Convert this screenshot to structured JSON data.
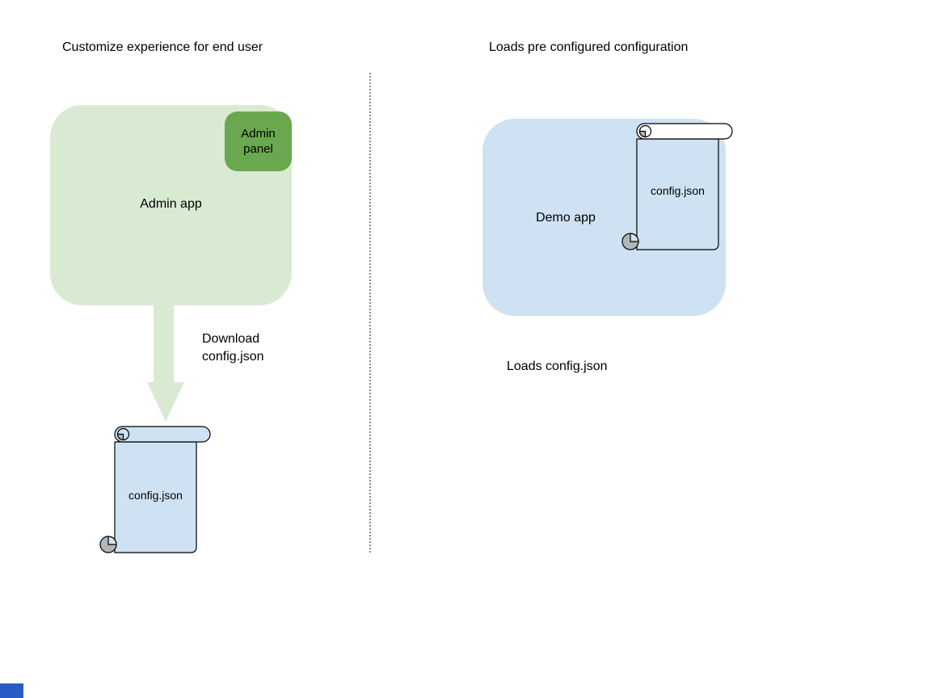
{
  "diagram": {
    "left": {
      "title": "Customize experience for end user",
      "admin_app_label": "Admin app",
      "admin_panel_label": "Admin panel",
      "arrow_label": "Download\nconfig.json",
      "scroll_label": "config.json"
    },
    "right": {
      "title": "Loads pre configured configuration",
      "demo_app_label": "Demo app",
      "scroll_label": "config.json",
      "caption": "Loads config.json"
    }
  },
  "colors": {
    "app_box_green": "#d9ead3",
    "panel_green": "#6aa84f",
    "arrow_green": "#d9ead3",
    "box_blue": "#cfe2f3",
    "scroll_fill_blue": "#cfe2f3",
    "roll_white": "#ffffff",
    "curl_gray": "#b0b7bb",
    "divider_gray": "#8a8a8a",
    "corner_square_blue": "#2b5cc5",
    "text_black": "#000000"
  }
}
